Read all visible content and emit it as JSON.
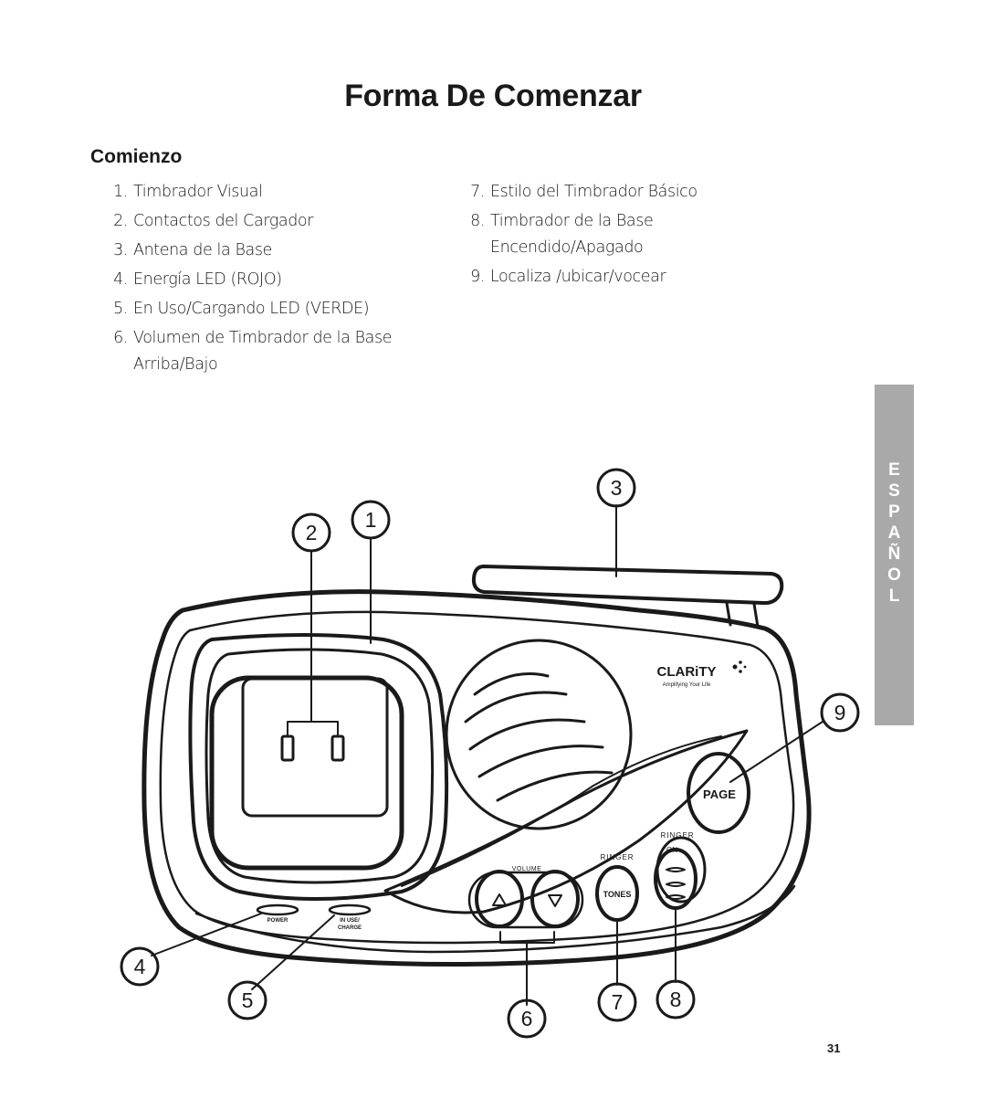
{
  "page": {
    "title": "Forma De Comenzar",
    "section": "Comienzo",
    "page_number": "31"
  },
  "list_left": [
    {
      "num": "1.",
      "text": "Timbrador Visual"
    },
    {
      "num": "2.",
      "text": "Contactos del Cargador"
    },
    {
      "num": "3.",
      "text": "Antena de la Base"
    },
    {
      "num": "4.",
      "text": "Energía LED (ROJO)"
    },
    {
      "num": "5.",
      "text": "En Uso/Cargando LED (VERDE)"
    },
    {
      "num": "6.",
      "text": "Volumen de Timbrador de la Base Arriba/Bajo"
    }
  ],
  "list_right": [
    {
      "num": "7.",
      "text": "Estilo del Timbrador Básico"
    },
    {
      "num": "8.",
      "text": "Timbrador de la Base Encendido/Apagado"
    },
    {
      "num": "9.",
      "text": "Localiza /ubicar/vocear"
    }
  ],
  "language_tab": {
    "letters": [
      "E",
      "S",
      "P",
      "A",
      "Ñ",
      "O",
      "L"
    ],
    "color": "#a9a9a9"
  },
  "device": {
    "brand": "CLARiTY",
    "tagline": "Amplifying Your Life",
    "page_button": "PAGE",
    "tones_button": "TONES",
    "ringer_label": "RINGER",
    "ringer_label_2": "RINGER",
    "ringer_on": "ON",
    "volume_label": "VOLUME",
    "power_label": "POWER",
    "in_use_label": "IN USE/",
    "charge_label": "CHARGE"
  },
  "callouts": [
    "1",
    "2",
    "3",
    "4",
    "5",
    "6",
    "7",
    "8",
    "9"
  ]
}
